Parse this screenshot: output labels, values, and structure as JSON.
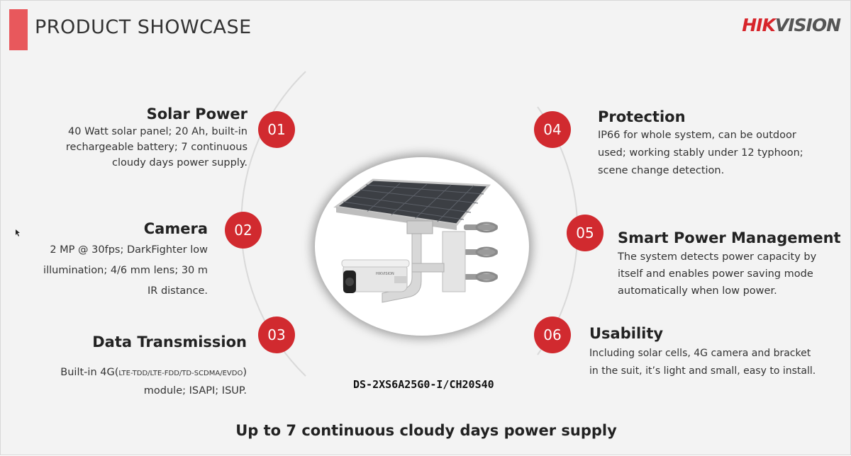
{
  "header": {
    "title": "PRODUCT SHOWCASE",
    "brand_hik": "HIK",
    "brand_vision": "VISION"
  },
  "colors": {
    "accent": "#d12a2f",
    "title_bar": "#e8585c",
    "background": "#f3f3f3"
  },
  "features": [
    {
      "num": "01",
      "title": "Solar Power",
      "desc_lines": [
        "40 Watt solar panel; 20 Ah, built-in",
        "rechargeable battery; 7 continuous",
        "cloudy days power supply."
      ]
    },
    {
      "num": "02",
      "title": "Camera",
      "desc_lines": [
        "2 MP @ 30fps; DarkFighter low",
        "illumination; 4/6 mm lens; 30 m",
        "IR distance."
      ]
    },
    {
      "num": "03",
      "title": "Data Transmission",
      "desc_lines": [
        "Built-in 4G(",
        "LTE-TDD/LTE-FDD/TD-SCDMA/EVDO",
        ")",
        "module; ISAPI; ISUP."
      ]
    },
    {
      "num": "04",
      "title": "Protection",
      "desc_lines": [
        "IP66 for whole system, can be outdoor",
        "used;  working stably under 12 typhoon;",
        "scene change detection."
      ]
    },
    {
      "num": "05",
      "title": "Smart Power Management",
      "desc_lines": [
        "The system detects power capacity by",
        "itself and enables power saving mode",
        "automatically when low power."
      ]
    },
    {
      "num": "06",
      "title": "Usability",
      "desc_lines": [
        "Including solar cells, 4G camera and bracket",
        "in the suit, it’s light and small, easy to install."
      ]
    }
  ],
  "product": {
    "model": "DS-2XS6A25G0-I/CH20S40",
    "camera_brand_text": "HIKVISION"
  },
  "tagline": "Up to 7 continuous cloudy days power supply"
}
